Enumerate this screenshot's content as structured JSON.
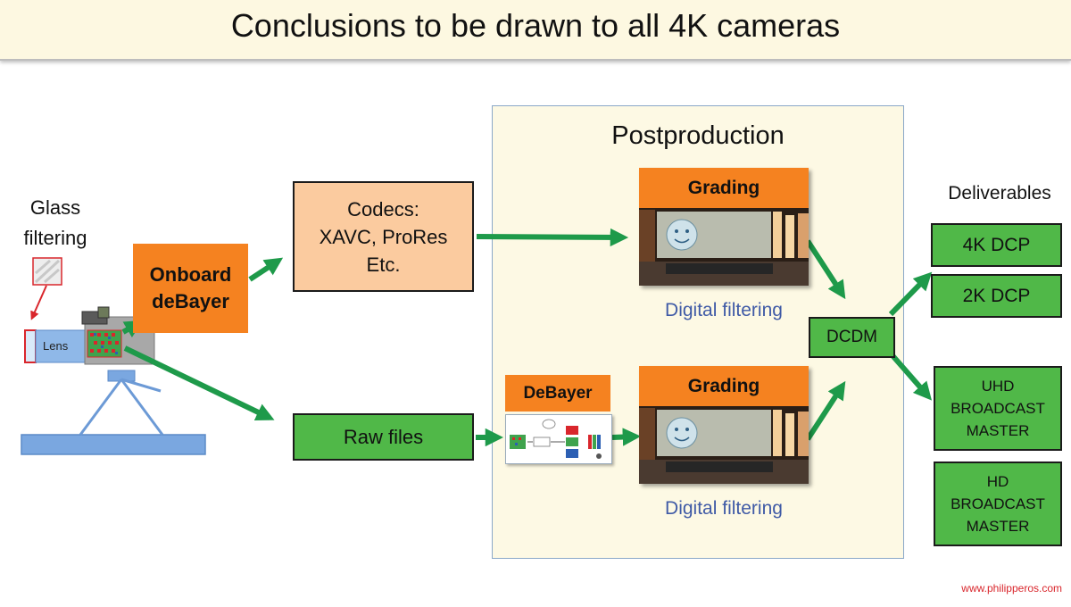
{
  "title": "Conclusions to be drawn to all 4K cameras",
  "camera": {
    "glass_line1": "Glass",
    "glass_line2": "filtering",
    "lens_label": "Lens"
  },
  "onboard": {
    "line1": "Onboard",
    "line2": "deBayer"
  },
  "codecs": {
    "line1": "Codecs:",
    "line2": "XAVC, ProRes",
    "line3": "Etc."
  },
  "raw_files": "Raw files",
  "postproduction": {
    "title": "Postproduction",
    "grading_top": "Grading",
    "grading_bottom": "Grading",
    "filter_top": "Digital filtering",
    "filter_bottom": "Digital filtering",
    "debayer": "DeBayer"
  },
  "dcdm": "DCDM",
  "deliverables": {
    "title": "Deliverables",
    "dcp4k": "4K DCP",
    "dcp2k": "2K DCP",
    "uhd": {
      "line1": "UHD",
      "line2": "BROADCAST",
      "line3": "MASTER"
    },
    "hd": {
      "line1": "HD",
      "line2": "BROADCAST",
      "line3": "MASTER"
    }
  },
  "footer": "www.philipperos.com",
  "colors": {
    "green": "#50b848",
    "orange": "#f58220",
    "peach": "#fbcb9f",
    "arrow": "#1e9a4a",
    "blue_text": "#3f5aa6"
  }
}
